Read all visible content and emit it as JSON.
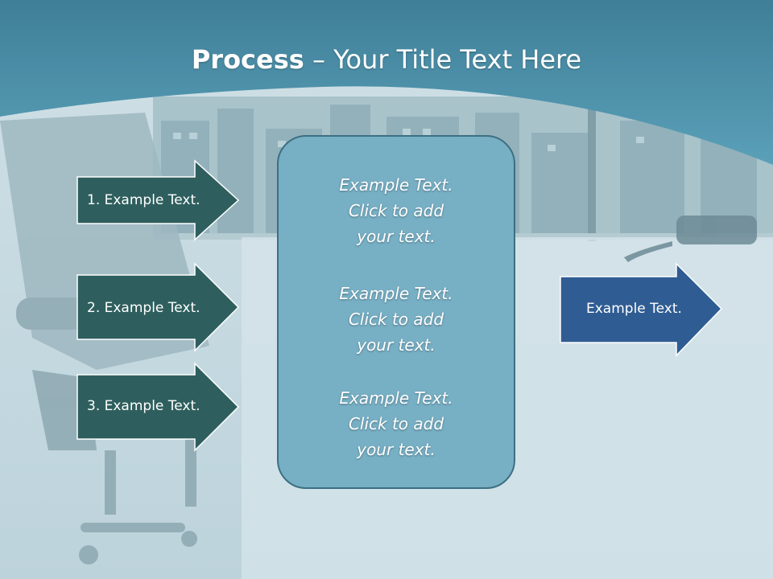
{
  "title": {
    "bold": "Process",
    "rest": " – Your Title Text Here"
  },
  "left_arrows": [
    {
      "label": "1. Example Text."
    },
    {
      "label": "2. Example Text."
    },
    {
      "label": "3. Example Text."
    }
  ],
  "center_box": {
    "paragraphs": [
      {
        "line1": "Example Text.",
        "line2": "Click  to add",
        "line3": "your text."
      },
      {
        "line1": "Example Text.",
        "line2": "Click  to add",
        "line3": "your text."
      },
      {
        "line1": "Example Text.",
        "line2": "Click  to add",
        "line3": "your text."
      }
    ]
  },
  "right_arrow": {
    "label": "Example Text."
  },
  "colors": {
    "header": "#4a8fa8",
    "left_arrow_fill": "#2e5f5e",
    "right_arrow_fill": "#2f5d93",
    "center_box_fill": "#77afc4"
  }
}
